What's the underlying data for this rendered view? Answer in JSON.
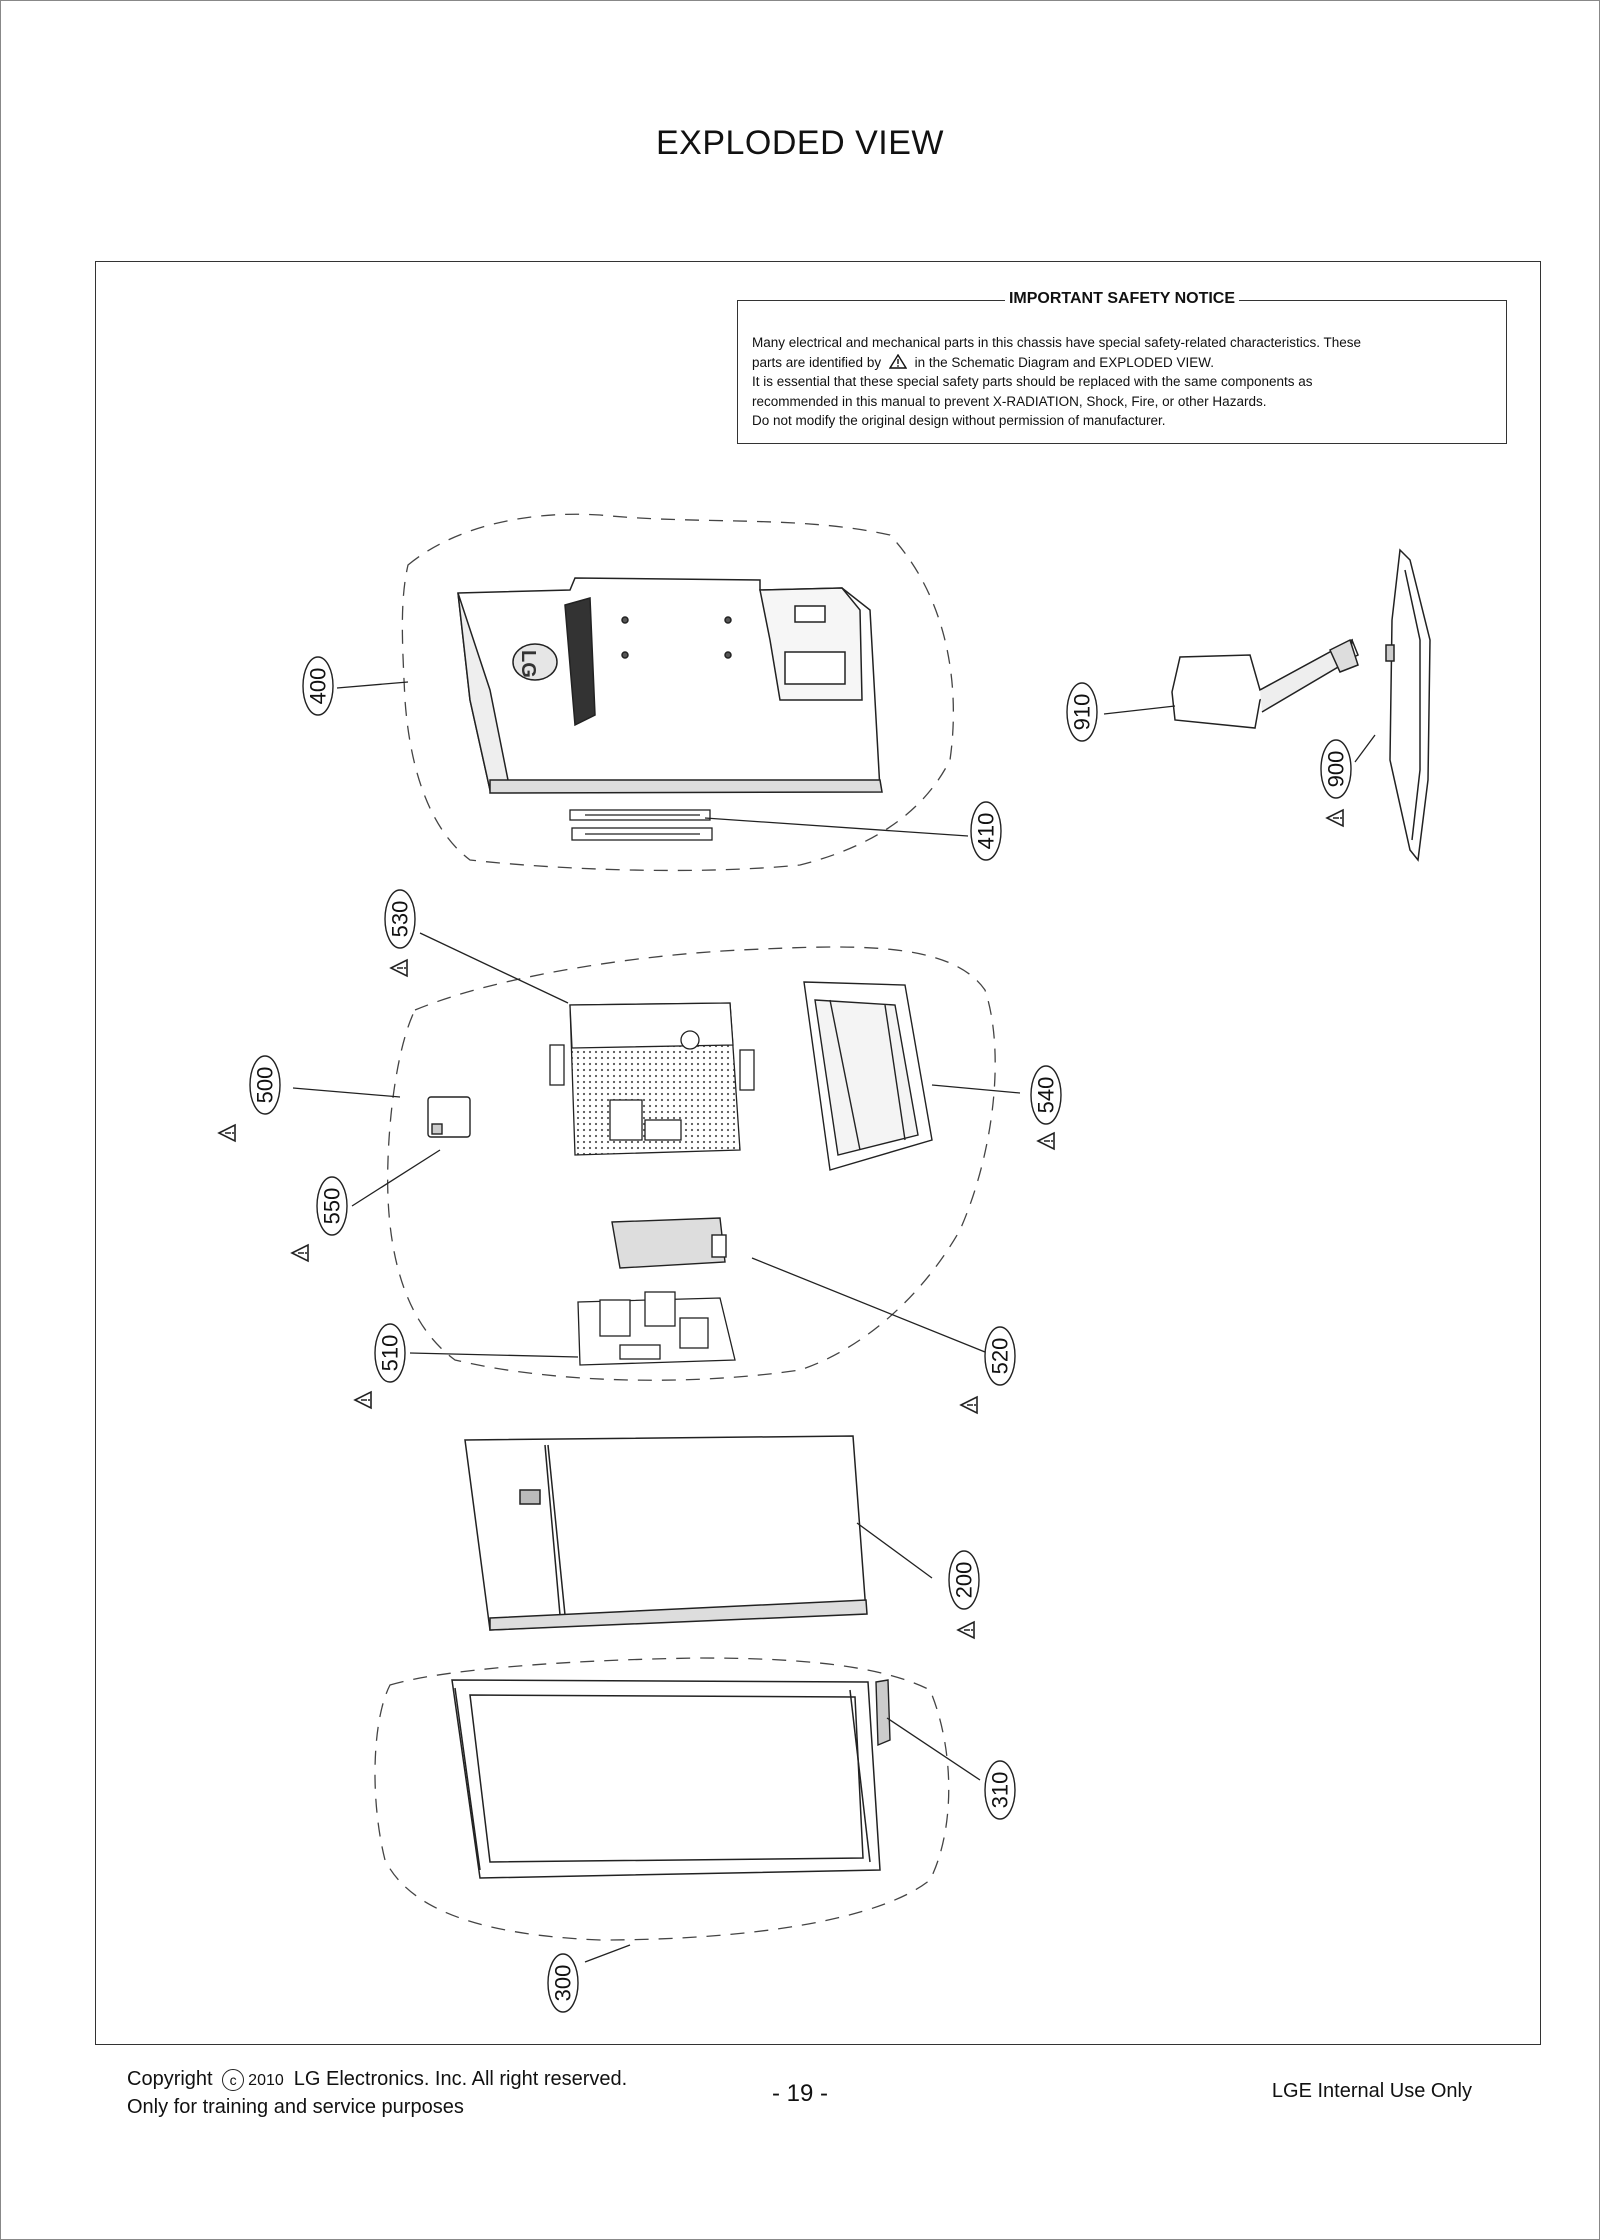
{
  "page": {
    "title": "EXPLODED VIEW"
  },
  "notice": {
    "title": "IMPORTANT SAFETY NOTICE",
    "line1": "Many electrical and mechanical parts in this chassis have special safety-related characteristics. These",
    "line2_prefix": "parts are identified by",
    "line2_suffix": "in the Schematic Diagram and EXPLODED VIEW.",
    "line3": "It is essential that these special safety parts should be replaced with the same components as",
    "line4": "recommended in this manual to prevent X-RADIATION, Shock, Fire, or other Hazards.",
    "line5": "Do not modify the original design without permission of manufacturer."
  },
  "parts": {
    "p400": "400",
    "p410": "410",
    "p910": "910",
    "p900": "900",
    "p530": "530",
    "p500": "500",
    "p550": "550",
    "p540": "540",
    "p510": "510",
    "p520": "520",
    "p200": "200",
    "p310": "310",
    "p300": "300"
  },
  "logo_text": "LG",
  "footer": {
    "copyright_word": "Copyright",
    "copyright_symbol": "c",
    "year": "2010",
    "company": "LG Electronics. Inc. All right reserved.",
    "purpose": "Only for training and service purposes",
    "page_number": "- 19 -",
    "internal": "LGE Internal Use Only"
  }
}
